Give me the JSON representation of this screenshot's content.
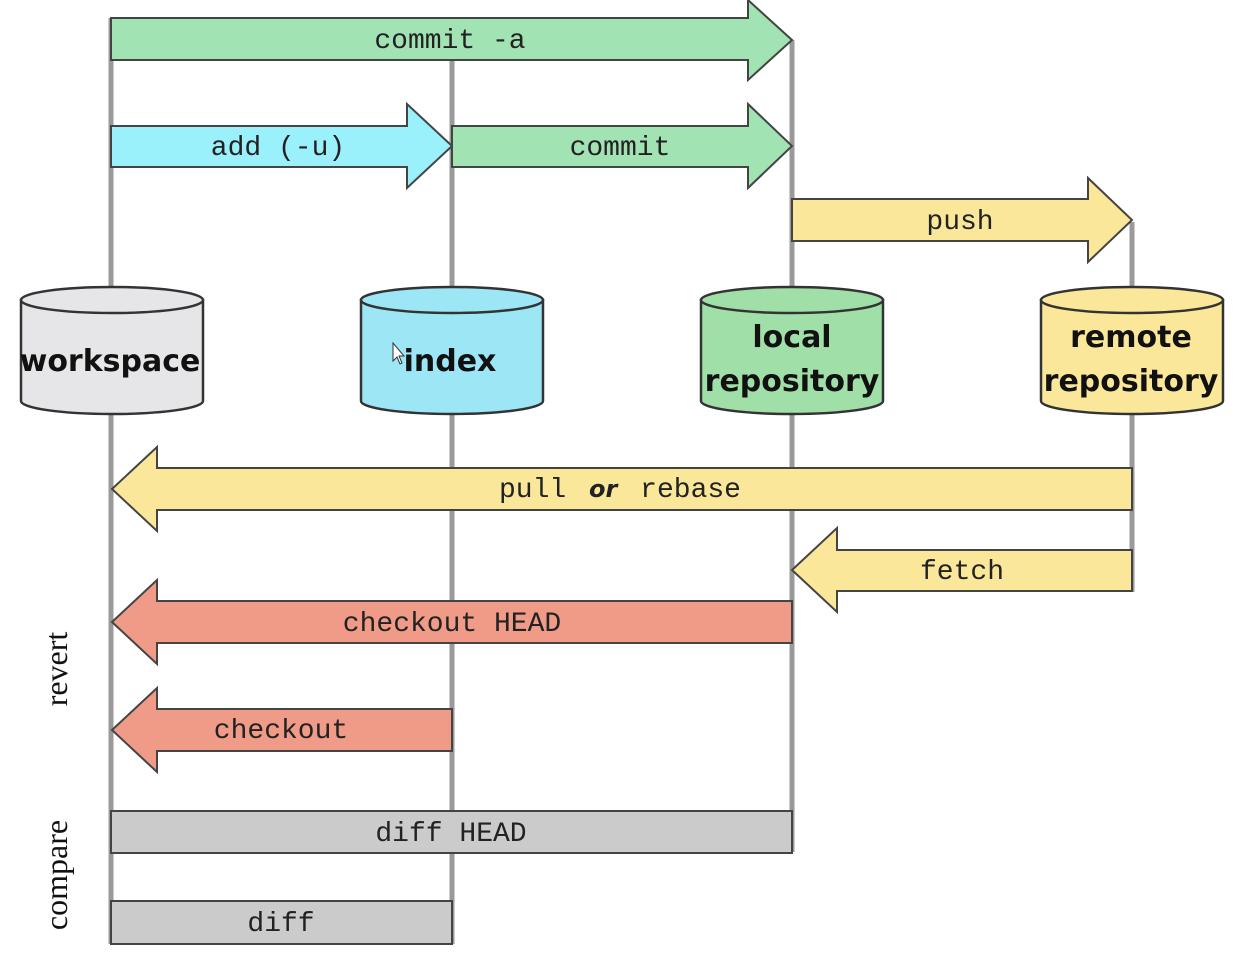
{
  "colors": {
    "green": "#a2e3b3",
    "cyan": "#9af0fb",
    "yellow": "#fbe79a",
    "red": "#ef9b87",
    "gray": "#cbcbcb",
    "workspace_fill": "#e6e6e8",
    "index_fill": "#9ce6f6",
    "local_fill": "#a0dfa8",
    "remote_fill": "#fbe79a",
    "line": "#9a9a9a"
  },
  "repositories": [
    {
      "id": "workspace",
      "lines": [
        "workspace"
      ],
      "color": "workspace_fill"
    },
    {
      "id": "index",
      "lines": [
        "index"
      ],
      "color": "index_fill"
    },
    {
      "id": "local",
      "lines": [
        "local",
        "repository"
      ],
      "color": "local_fill"
    },
    {
      "id": "remote",
      "lines": [
        "remote",
        "repository"
      ],
      "color": "remote_fill"
    }
  ],
  "arrows": {
    "commit_a": {
      "label": "commit -a",
      "color": "green"
    },
    "add": {
      "label": "add (-u)",
      "color": "cyan"
    },
    "commit": {
      "label": "commit",
      "color": "green"
    },
    "push": {
      "label": "push",
      "color": "yellow"
    },
    "pull": {
      "label_pre": "pull",
      "label_italic": "or",
      "label_post": "rebase",
      "color": "yellow"
    },
    "fetch": {
      "label": "fetch",
      "color": "yellow"
    },
    "checkout_head": {
      "label": "checkout HEAD",
      "color": "red"
    },
    "checkout": {
      "label": "checkout",
      "color": "red"
    },
    "diff_head": {
      "label": "diff HEAD",
      "color": "gray"
    },
    "diff": {
      "label": "diff",
      "color": "gray"
    }
  },
  "side_labels": {
    "revert": "revert",
    "compare": "compare"
  }
}
